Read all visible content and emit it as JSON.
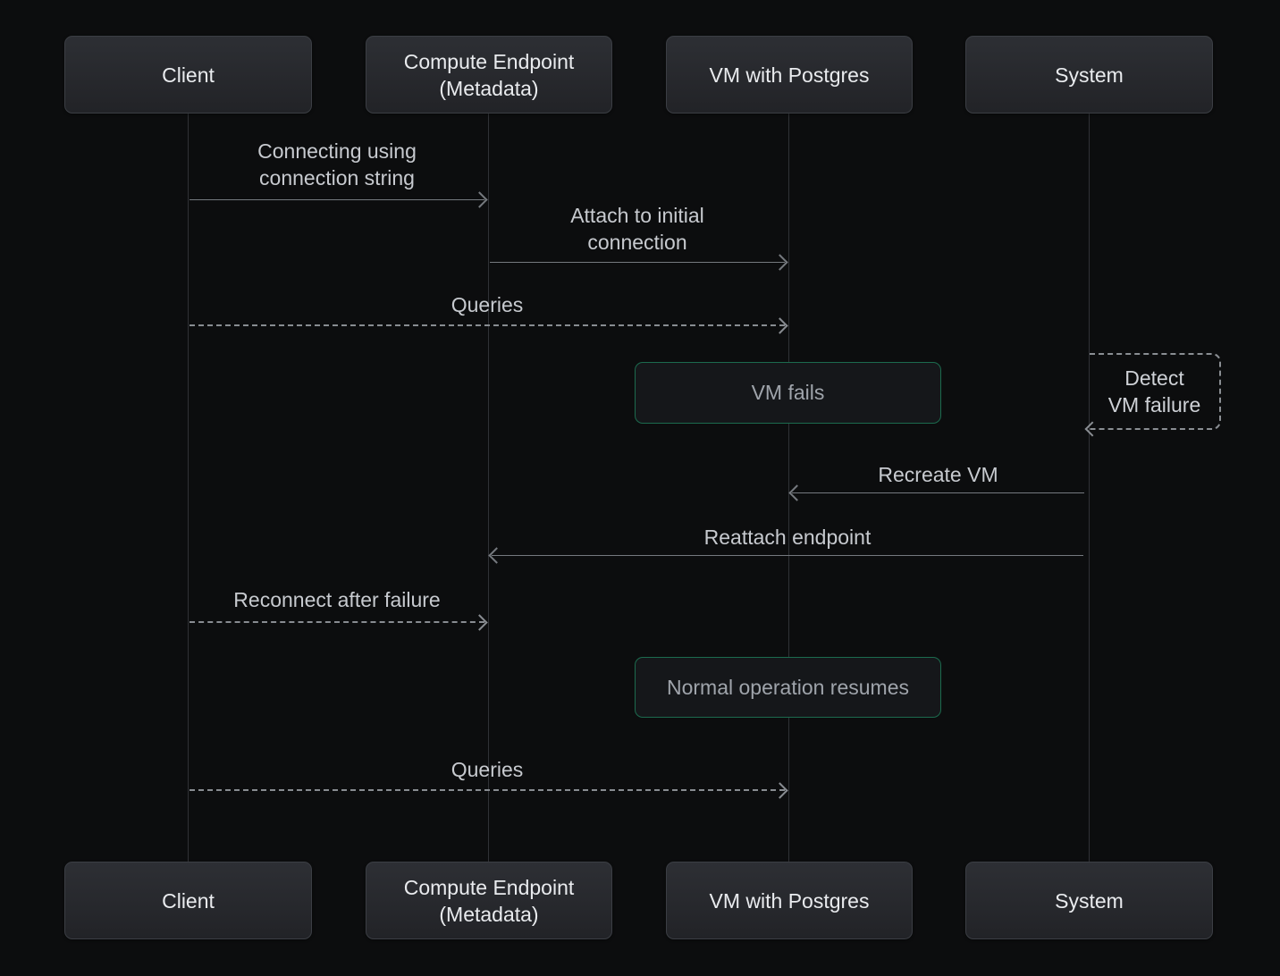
{
  "colors": {
    "background": "#0c0d0e",
    "actor_fill_top": "#2d2f34",
    "actor_fill_bottom": "#222327",
    "actor_border": "#3b3e44",
    "actor_text": "#e9ebee",
    "lifeline": "#303236",
    "arrow": "#75797e",
    "arrow_dashed": "#888c91",
    "label_text": "#c7cacf",
    "state_border": "#1c6b4e",
    "state_fill": "#15171a",
    "state_text": "#9fa4ab",
    "note_border": "#8a8e93",
    "note_text": "#ced1d6"
  },
  "diagram": {
    "type": "sequence",
    "actors": [
      {
        "id": "client",
        "label": "Client"
      },
      {
        "id": "compute-endpoint",
        "label": "Compute Endpoint\n(Metadata)"
      },
      {
        "id": "vm-postgres",
        "label": "VM with Postgres"
      },
      {
        "id": "system",
        "label": "System"
      }
    ],
    "messages": [
      {
        "from": "client",
        "to": "compute-endpoint",
        "style": "solid",
        "label": "Connecting using\nconnection string"
      },
      {
        "from": "compute-endpoint",
        "to": "vm-postgres",
        "style": "solid",
        "label": "Attach to initial\nconnection"
      },
      {
        "from": "client",
        "to": "vm-postgres",
        "style": "dashed",
        "label": "Queries"
      },
      {
        "from": "system",
        "to": "vm-postgres",
        "style": "solid",
        "label": "Recreate VM"
      },
      {
        "from": "system",
        "to": "compute-endpoint",
        "style": "solid",
        "label": "Reattach endpoint"
      },
      {
        "from": "client",
        "to": "compute-endpoint",
        "style": "dashed",
        "label": "Reconnect after failure"
      },
      {
        "from": "client",
        "to": "vm-postgres",
        "style": "dashed",
        "label": "Queries"
      }
    ],
    "states": [
      {
        "on": "vm-postgres",
        "label": "VM fails"
      },
      {
        "on": "vm-postgres",
        "label": "Normal operation resumes"
      }
    ],
    "self_note": {
      "on": "system",
      "label": "Detect\nVM failure"
    }
  }
}
